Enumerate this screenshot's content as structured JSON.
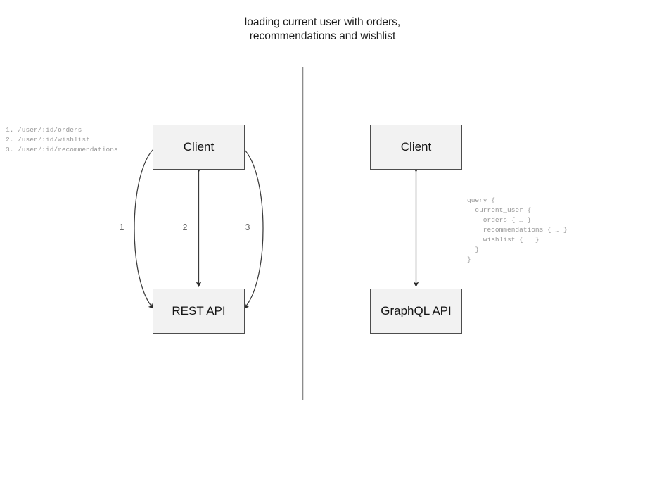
{
  "diagram": {
    "title": "loading current user with orders,\nrecommendations and wishlist",
    "divider": {
      "name": "vertical-divider",
      "color": "#8c8c8c"
    }
  },
  "rest_side": {
    "client_label": "Client",
    "api_label": "REST API",
    "endpoints": "1. /user/:id/orders\n2. /user/:id/wishlist\n3. /user/:id/recommendations",
    "connector_labels": [
      "1",
      "2",
      "3"
    ]
  },
  "graphql_side": {
    "client_label": "Client",
    "api_label": "GraphQL API",
    "query": "query {\n  current_user {\n    orders { … }\n    recommendations { … }\n    wishlist { … }\n  }\n}"
  },
  "colors": {
    "node_fill": "#f2f2f2",
    "node_border": "#4d4d4d",
    "edge": "#3b3b3b",
    "annotation_text": "#9a9a9a",
    "title_text": "#1b1b1b"
  }
}
